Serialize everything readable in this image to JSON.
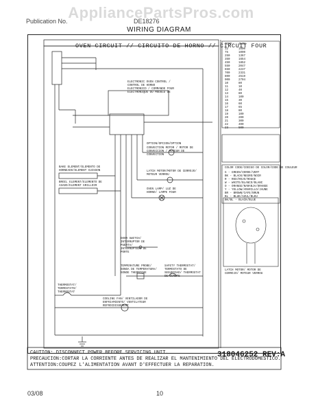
{
  "header": {
    "watermark": "AppliancePartsPros.com",
    "brand": "Publication No.",
    "model": "DE18276",
    "title": "WIRING DIAGRAM"
  },
  "circuit_title": "OVEN CIRCUIT // CIRCUITO DE HORNO // CIRCUIT FOUR",
  "labels": {
    "control": "ELECTRONIC OVEN CONTROL / CONTROL DE HORNO ELECTRONICO / COMMANDE FOUR ELECTRONIQUE DU MODULE DE",
    "convection": "OPTION/OPCION/OPTION",
    "convection_motor": "CONVECTION MOTOR / MOTOR DE CONVECCION / MOTEUR DE CONVECTION",
    "latch": "LATCH MOTOR/MOTOR DE CERROJO/ MOTEUR VERROU",
    "oven_lamp": "OVEN LAMP/ LUZ DE HORNO/ LAMPE FOUR",
    "bake": "BAKE ELEMENT/ELEMENTO DE HORNEADO/ELEMENT CUISSON",
    "broil": "BROIL ELEMENT/ELEMENTO DE ASADO/ELEMENT GRILLOIR",
    "door_switch": "DOOR SWITCH/ INTERRUPTOR DE PUERTA/ INTERRUPTEUR DE PORTE",
    "temp_probe": "TEMPERATURE PROBE/ SONDA DE TEMPERATURA/ SONDE THERMIQUE",
    "safety": "SAFETY THERMOSTAT/ TERMOSTATO DE SEGURIDAD/ THERMOSTAT DE SURETE",
    "thermostat": "THERMOSTAT/ TERMOSTATO/ THERMOSTAT",
    "cooling_fan": "COOLING FAN/ VENTILADOR DE ENFRIAMIENTO/ VENTILATEUR REFROIDISSEMENT",
    "latch_motor": "LATCH MOTOR/ MOTOR DE CERROJO/ MOTEUR VERROU",
    "color_code_title": "COLOR CODE/CODIGO DE COLOR/CODE DE COULEUR",
    "colors": [
      "G - GREEN/VERDE/VERT",
      "BK - BLACK/NEGRO/NOIR",
      "R - RED/ROJO/ROUGE",
      "W - WHITE/BLANCO/BLANC",
      "O - ORANGE/NARANJA/ORANGE",
      "Y - YELLOW/AMARILLO/JAUNE",
      "BR - BROWN/CAFE/BRUN",
      "BL - BLUE/AZUL/BLEU",
      "BK/BL - BLACK/BLUE"
    ]
  },
  "probe_table": {
    "header": [
      "TEMP",
      "OHMS"
    ],
    "rows": [
      [
        "32",
        "1000"
      ],
      [
        "75",
        "1090"
      ],
      [
        "250",
        "1367"
      ],
      [
        "350",
        "1654"
      ],
      [
        "450",
        "1852"
      ],
      [
        "550",
        "2047"
      ],
      [
        "650",
        "2237"
      ],
      [
        "700",
        "2331"
      ],
      [
        "800",
        "2519"
      ],
      [
        "900",
        "2704"
      ],
      [
        "10",
        "80"
      ],
      [
        "11",
        "10"
      ],
      [
        "12",
        "40"
      ],
      [
        "13",
        "80"
      ],
      [
        "14",
        "100"
      ],
      [
        "15",
        "30"
      ],
      [
        "16",
        "60"
      ],
      [
        "17",
        "65"
      ],
      [
        "18",
        "80"
      ],
      [
        "19",
        "100"
      ],
      [
        "20",
        "200"
      ],
      [
        "21",
        "300"
      ],
      [
        "22",
        "400"
      ],
      [
        "23",
        "500"
      ]
    ]
  },
  "caution": {
    "line1": "CAUTION: DISCONNECT POWER BEFORE SERVICING UNIT.",
    "line2": "PRECAUCION:CORTAR LA CORRIENTE ANTES DE REALIZAR EL MANTENIMIENTO DEL ELECTRODOMESTICO.",
    "line3": "ATTENTION:COUPEZ L'ALIMENTATION AVANT D'EFFECTUER LA REPARATION."
  },
  "part_number": "318046252 REV:A",
  "footer": {
    "date": "03/08",
    "page": "10"
  }
}
